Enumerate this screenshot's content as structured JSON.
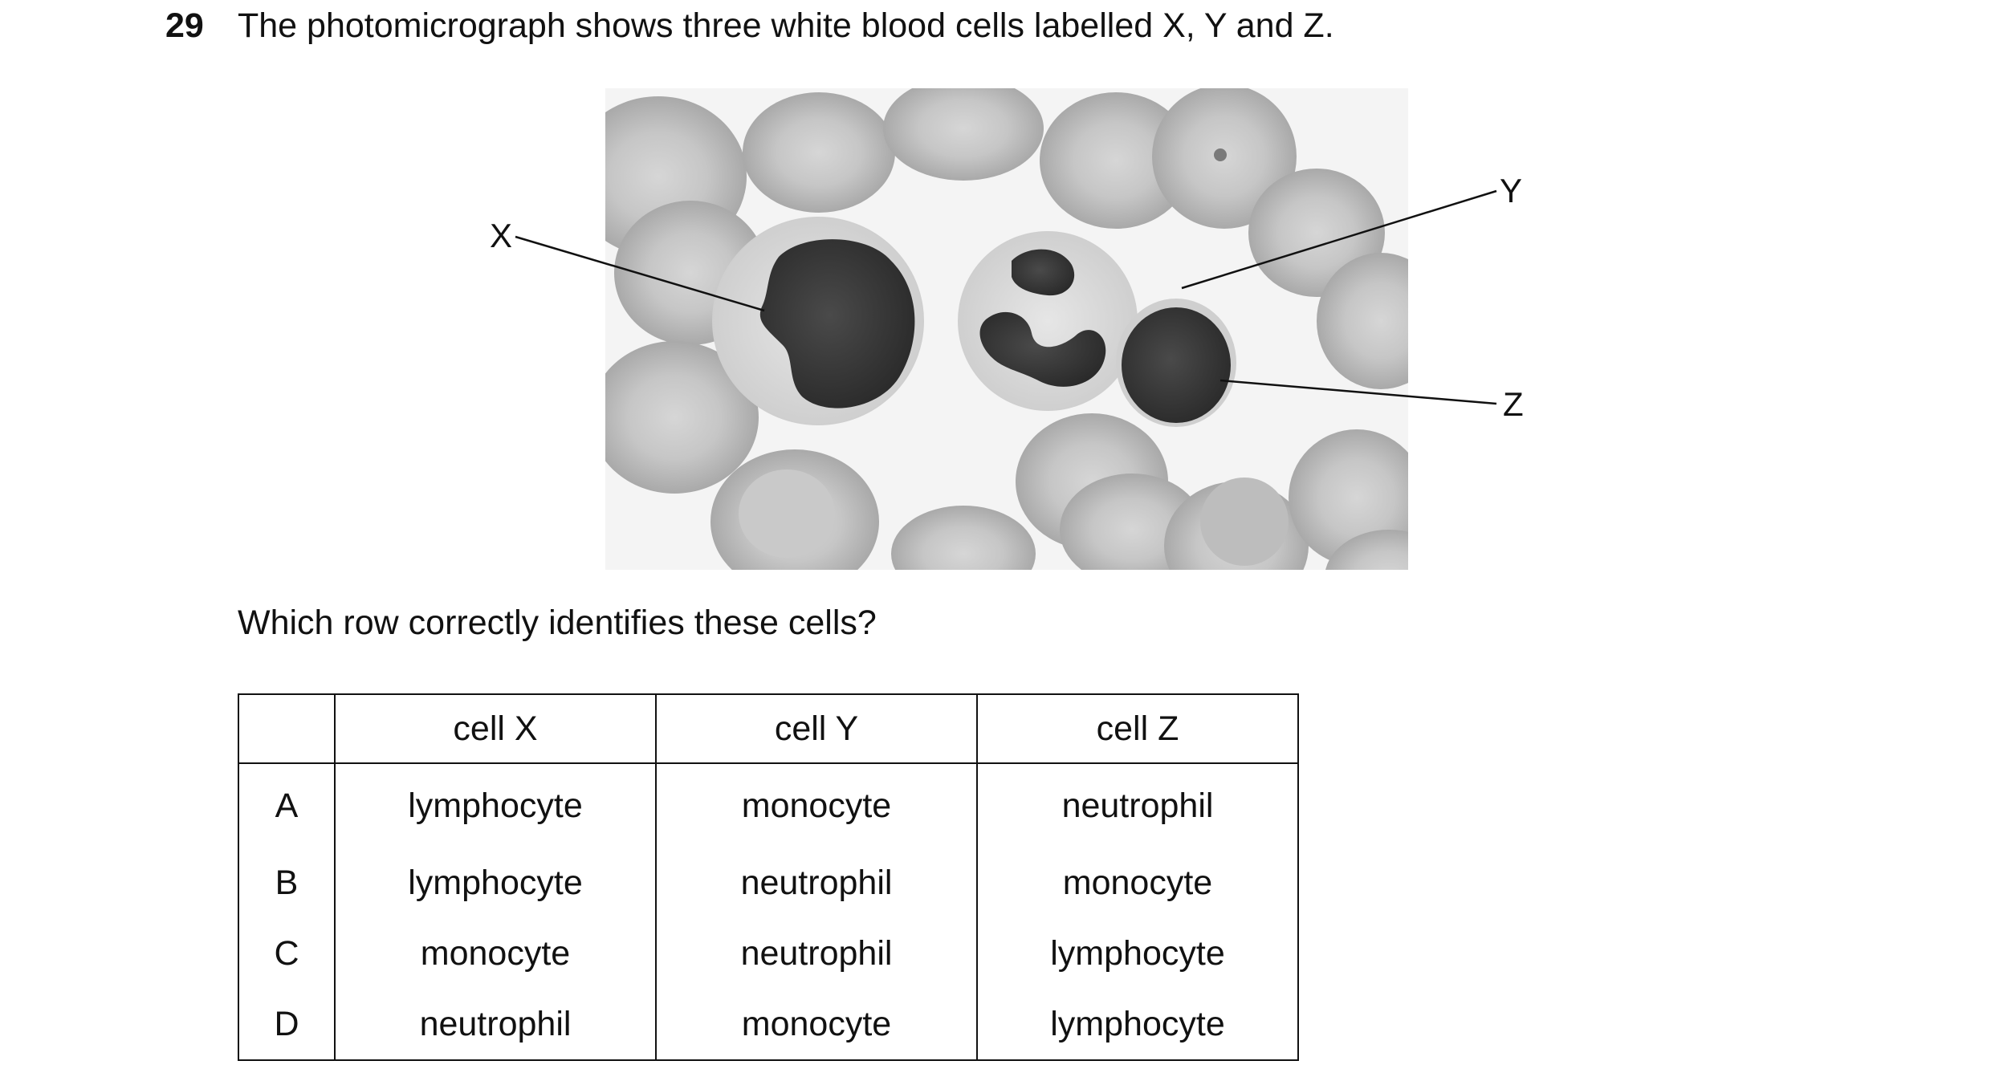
{
  "question": {
    "number": "29",
    "text": "The photomicrograph shows three white blood cells labelled X, Y and Z."
  },
  "figure": {
    "labels": [
      "X",
      "Y",
      "Z"
    ]
  },
  "sub_question": "Which row correctly identifies these cells?",
  "table": {
    "headers": [
      "",
      "cell X",
      "cell Y",
      "cell Z"
    ],
    "rows": [
      {
        "key": "A",
        "x": "lymphocyte",
        "y": "monocyte",
        "z": "neutrophil"
      },
      {
        "key": "B",
        "x": "lymphocyte",
        "y": "neutrophil",
        "z": "monocyte"
      },
      {
        "key": "C",
        "x": "monocyte",
        "y": "neutrophil",
        "z": "lymphocyte"
      },
      {
        "key": "D",
        "x": "neutrophil",
        "y": "monocyte",
        "z": "lymphocyte"
      }
    ]
  }
}
